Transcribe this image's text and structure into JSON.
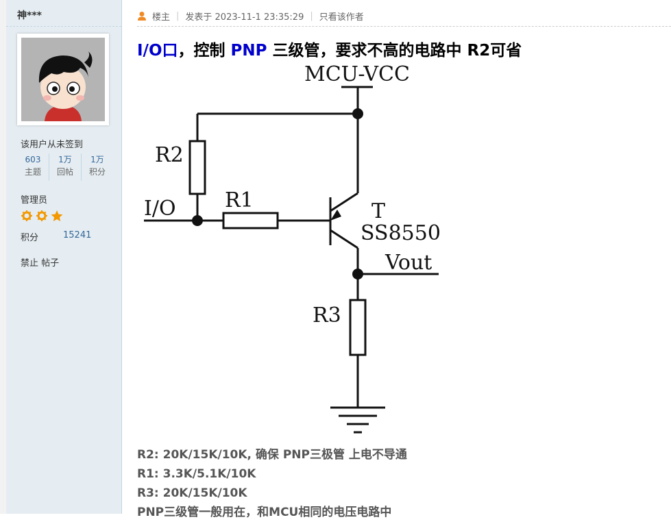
{
  "user": {
    "name": "神***",
    "sign_status": "该用户从未签到",
    "stats": [
      {
        "value": "603",
        "label": "主题"
      },
      {
        "value": "1万",
        "label": "回帖"
      },
      {
        "value": "1万",
        "label": "积分"
      }
    ],
    "group": "管理员",
    "credits_label": "积分",
    "credits_value": "15241",
    "banned_text": "禁止 帖子"
  },
  "post": {
    "author_icon": "user-icon",
    "op_label": "楼主",
    "posted_at": "发表于 2023-11-1 23:35:29",
    "only_author": "只看该作者",
    "title": {
      "io": "I/O口",
      "part1": "，控制 ",
      "pnp": "PNP",
      "part2": " 三级管，要求不高的电路中 R2可省"
    },
    "circuit": {
      "vcc": "MCU-VCC",
      "r1": "R1",
      "r2": "R2",
      "r3": "R3",
      "io": "I/O",
      "t": "T",
      "part": "SS8550",
      "vout": "Vout"
    },
    "notes": [
      "R2: 20K/15K/10K, 确保 PNP三极管 上电不导通",
      "R1: 3.3K/5.1K/10K",
      "R3: 20K/15K/10K",
      "PNP三级管一般用在，和MCU相同的电压电路中"
    ]
  },
  "colors": {
    "sidebar_bg": "#e5edf2",
    "link": "#336699",
    "title_blue": "#0000cc",
    "star_orange": "#f39800"
  }
}
